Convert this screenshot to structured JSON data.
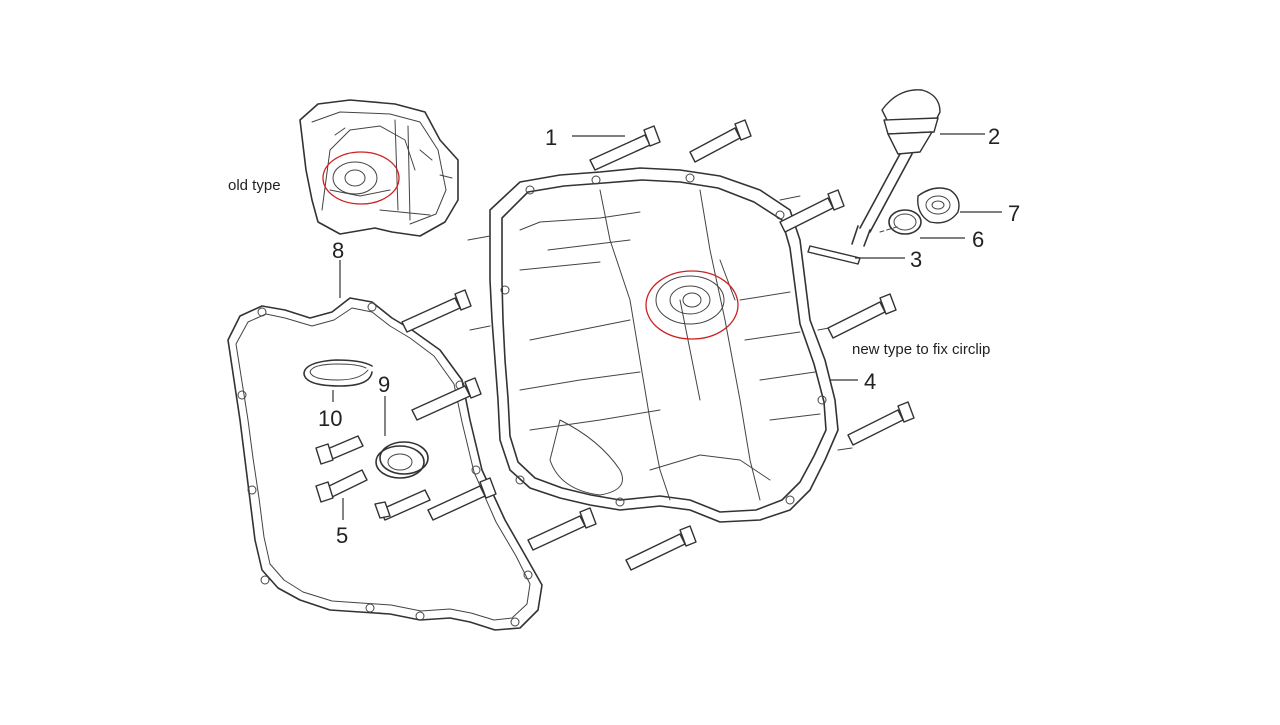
{
  "callouts": [
    {
      "id": "1",
      "text": "1"
    },
    {
      "id": "2",
      "text": "2"
    },
    {
      "id": "3",
      "text": "3"
    },
    {
      "id": "4",
      "text": "4"
    },
    {
      "id": "5",
      "text": "5"
    },
    {
      "id": "6",
      "text": "6"
    },
    {
      "id": "7",
      "text": "7"
    },
    {
      "id": "8",
      "text": "8"
    },
    {
      "id": "9",
      "text": "9"
    },
    {
      "id": "10",
      "text": "10"
    }
  ],
  "notes": {
    "old_type": "old type",
    "new_type": "new type to fix circlip"
  },
  "colors": {
    "highlight_circle": "#cc2222",
    "line_art": "#333333",
    "background": "#ffffff"
  }
}
